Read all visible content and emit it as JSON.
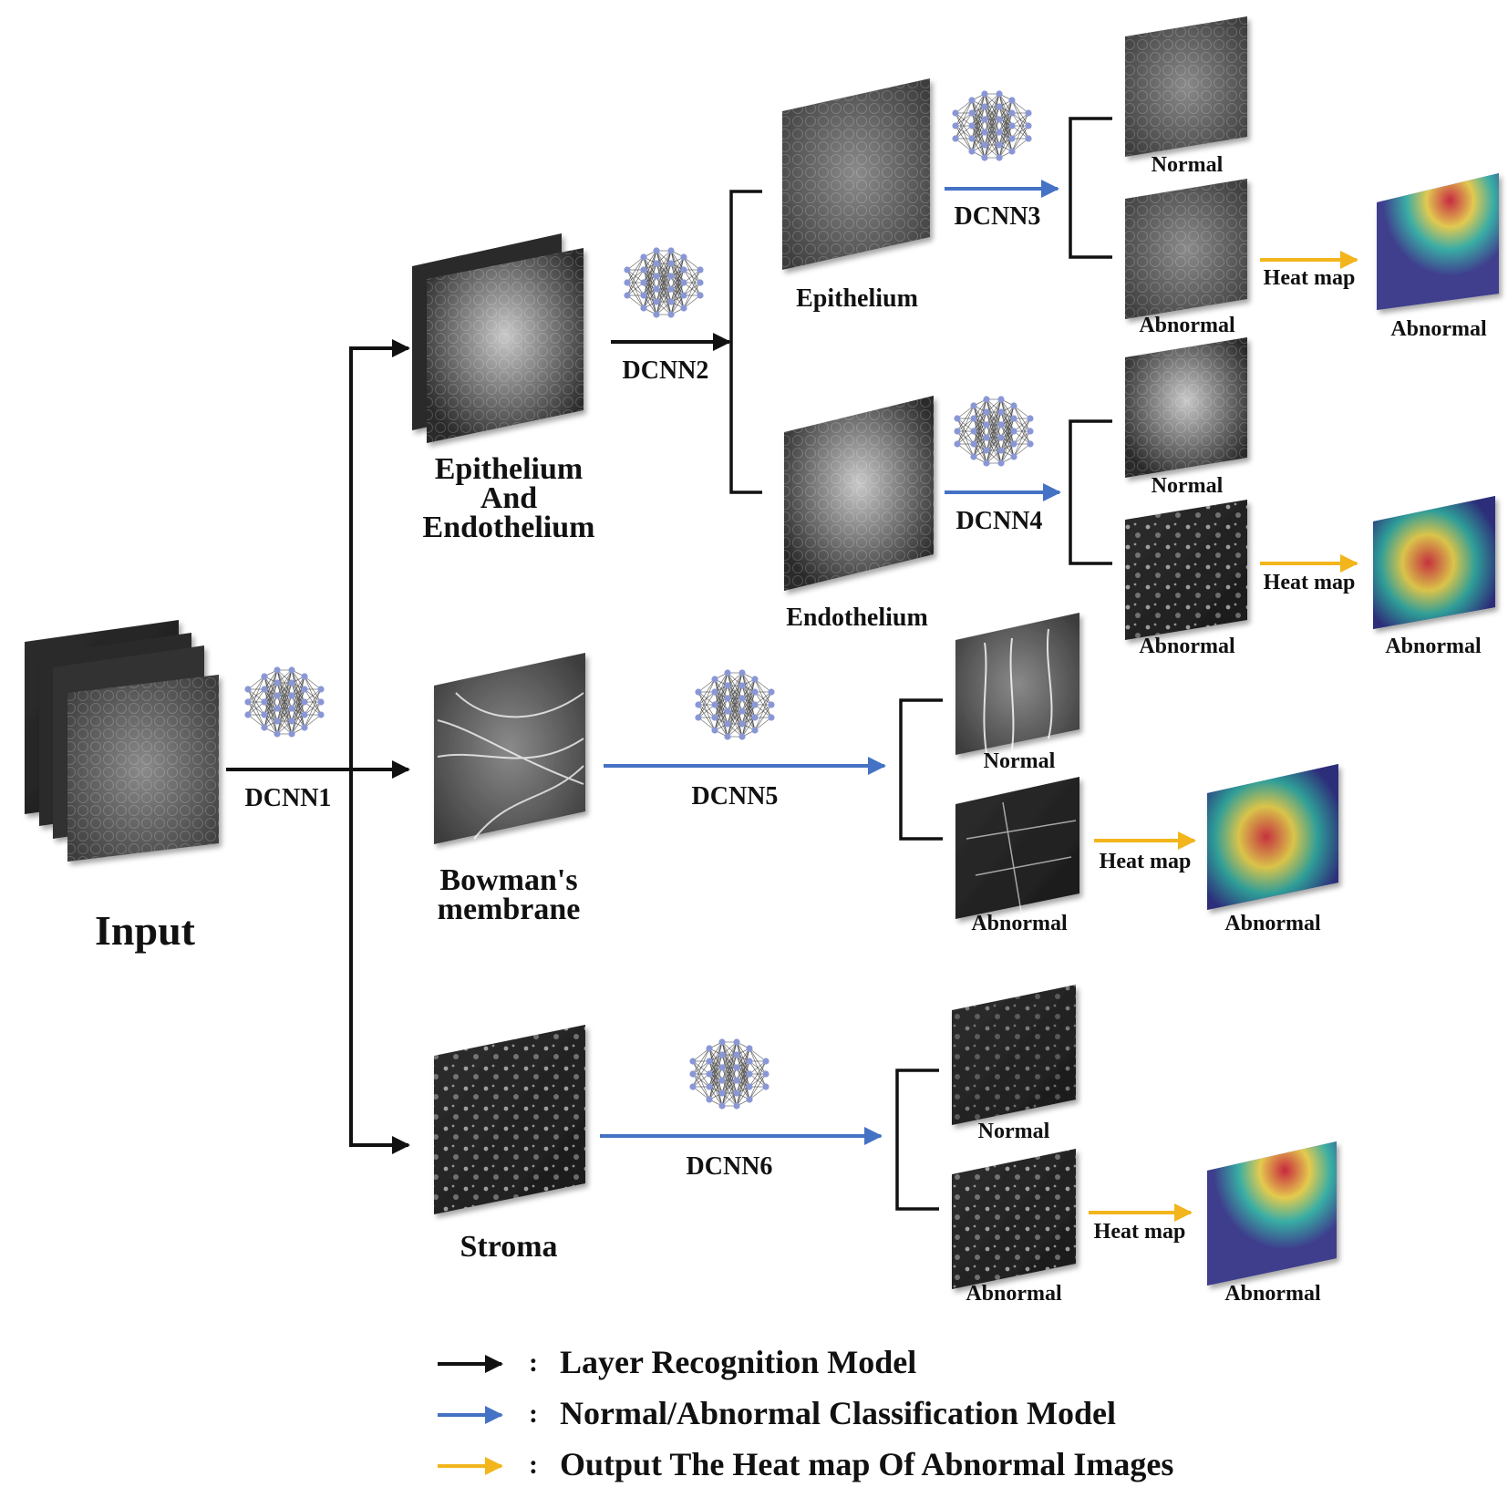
{
  "colors": {
    "layer_arrow": "#111111",
    "classification_arrow": "#4472c4",
    "heatmap_arrow": "#f2b51c"
  },
  "icons": {
    "network": "neural-network-icon"
  },
  "input": {
    "label": "Input"
  },
  "layer_model": {
    "label": "DCNN1"
  },
  "branches": {
    "epi_endo": {
      "label_line1": "Epithelium",
      "label_line2": "And",
      "label_line3": "Endothelium",
      "model_label": "DCNN2"
    },
    "epithelium": {
      "label": "Epithelium",
      "model_label": "DCNN3",
      "normal": "Normal",
      "abnormal": "Abnormal",
      "heatmap_label": "Heat map",
      "heatmap_result": "Abnormal"
    },
    "endothelium": {
      "label": "Endothelium",
      "model_label": "DCNN4",
      "normal": "Normal",
      "abnormal": "Abnormal",
      "heatmap_label": "Heat map",
      "heatmap_result": "Abnormal"
    },
    "bowman": {
      "label_line1": "Bowman's",
      "label_line2": "membrane",
      "model_label": "DCNN5",
      "normal": "Normal",
      "abnormal": "Abnormal",
      "heatmap_label": "Heat map",
      "heatmap_result": "Abnormal"
    },
    "stroma": {
      "label": "Stroma",
      "model_label": "DCNN6",
      "normal": "Normal",
      "abnormal": "Abnormal",
      "heatmap_label": "Heat map",
      "heatmap_result": "Abnormal"
    }
  },
  "legend": {
    "separator": ":",
    "items": [
      {
        "label": "Layer Recognition Model"
      },
      {
        "label": "Normal/Abnormal Classification Model"
      },
      {
        "label": "Output The Heat map Of Abnormal Images"
      }
    ]
  }
}
